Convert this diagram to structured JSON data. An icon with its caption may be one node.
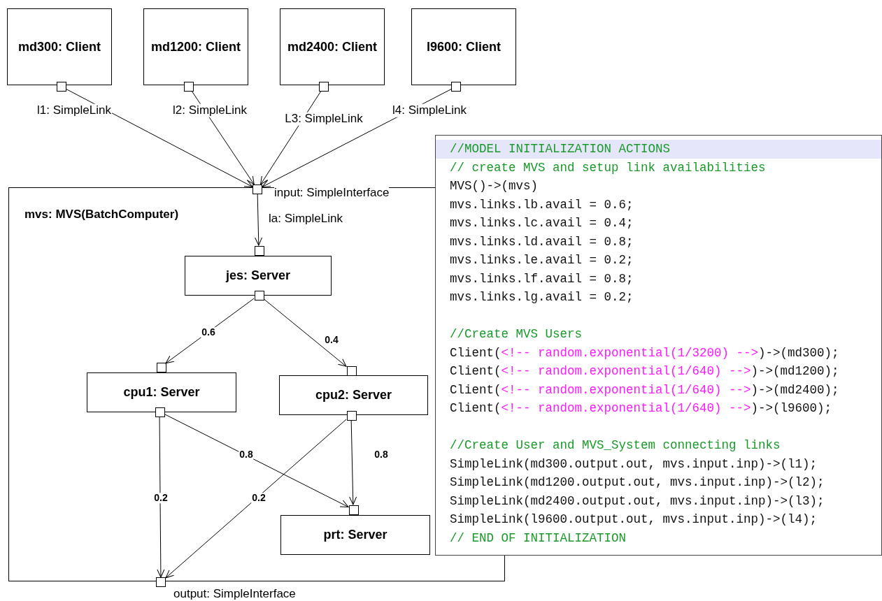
{
  "diagram": {
    "nodes": [
      {
        "text": [
          "md300: Client"
        ]
      },
      {
        "text": [
          "md1200: Client"
        ]
      },
      {
        "text": [
          "md2400: Client"
        ]
      },
      {
        "text": [
          "l9600: Client"
        ]
      },
      {
        "text": [],
        "shape": "box"
      },
      {
        "text": [],
        "shape": "box"
      },
      {
        "text": [],
        "shape": "box"
      },
      {
        "text": [],
        "shape": "box"
      },
      {
        "text": [
          "mvs: MVS(BatchComputer)"
        ]
      },
      {
        "text": [],
        "shape": "box",
        "beside": [
          "input: SimpleInterface"
        ]
      },
      {
        "text": [
          "jes: Server"
        ],
        "in": 8
      },
      {
        "text": [],
        "shape": "box",
        "in": 8
      },
      {
        "text": [],
        "shape": "box",
        "in": 8
      },
      {
        "text": [
          "cpu1: Server"
        ],
        "in": 8
      },
      {
        "text": [],
        "shape": "box",
        "in": 8
      },
      {
        "text": [],
        "shape": "box",
        "in": 8
      },
      {
        "text": [
          "cpu2: Server"
        ],
        "in": 8
      },
      {
        "text": [],
        "shape": "box",
        "in": 8
      },
      {
        "text": [],
        "shape": "box",
        "in": 8
      },
      {
        "text": [
          "prt: Server"
        ],
        "in": 8
      },
      {
        "text": [],
        "shape": "box",
        "in": 8
      },
      {
        "text": [],
        "shape": "box",
        "beside": [
          "output: SimpleInterface"
        ]
      },
      {
        "text": [
          "//MODEL INITIALIZATION ACTIONS",
          "// create MVS and setup link availabilities",
          "MVS()->(mvs)",
          "mvs.links.lb.avail = 0.6;",
          "mvs.links.lc.avail = 0.4;",
          "mvs.links.ld.avail = 0.8;",
          "mvs.links.le.avail = 0.2;",
          "mvs.links.lf.avail = 0.8;",
          "mvs.links.lg.avail = 0.2;",
          "//Create MVS Users",
          "Client(",
          "<!-- random.exponential(1/3200) -->",
          ")->(md300);",
          "Client(",
          "<!-- random.exponential(1/640) -->",
          ")->(md1200);",
          "Client(",
          "<!-- random.exponential(1/640) -->",
          ")->(md2400);",
          "Client(",
          "<!-- random.exponential(1/640) -->",
          ")->(l9600);",
          "//Create User and MVS_System connecting links",
          "SimpleLink(md300.output.out, mvs.input.inp)->(l1);",
          "SimpleLink(md1200.output.out, mvs.input.inp)->(l2);",
          "SimpleLink(md2400.output.out, mvs.input.inp)->(l3);",
          "SimpleLink(l9600.output.out, mvs.input.inp)->(l4);",
          "// END OF INITIALIZATION"
        ]
      }
    ],
    "edges": [
      {
        "from": 4,
        "to": 9,
        "arrow": "to",
        "label": "l1: SimpleLink"
      },
      {
        "from": 5,
        "to": 9,
        "arrow": "to",
        "label": "l2: SimpleLink"
      },
      {
        "from": 6,
        "to": 9,
        "arrow": "to",
        "label": "L3: SimpleLink"
      },
      {
        "from": 7,
        "to": 9,
        "arrow": "to",
        "label": "l4: SimpleLink"
      },
      {
        "from": 9,
        "to": 11,
        "arrow": "to",
        "label": "la: SimpleLink"
      },
      {
        "from": 12,
        "to": 14,
        "arrow": "to",
        "label": "0.6"
      },
      {
        "from": 12,
        "to": 17,
        "arrow": "to",
        "label": "0.4"
      },
      {
        "from": 15,
        "to": 21,
        "arrow": "to",
        "label": "0.2"
      },
      {
        "from": 15,
        "to": 20,
        "arrow": "to",
        "label": "0.8"
      },
      {
        "from": 18,
        "to": 21,
        "arrow": "to",
        "label": "0.2"
      },
      {
        "from": 18,
        "to": 20,
        "arrow": "to",
        "label": "0.8"
      }
    ]
  }
}
